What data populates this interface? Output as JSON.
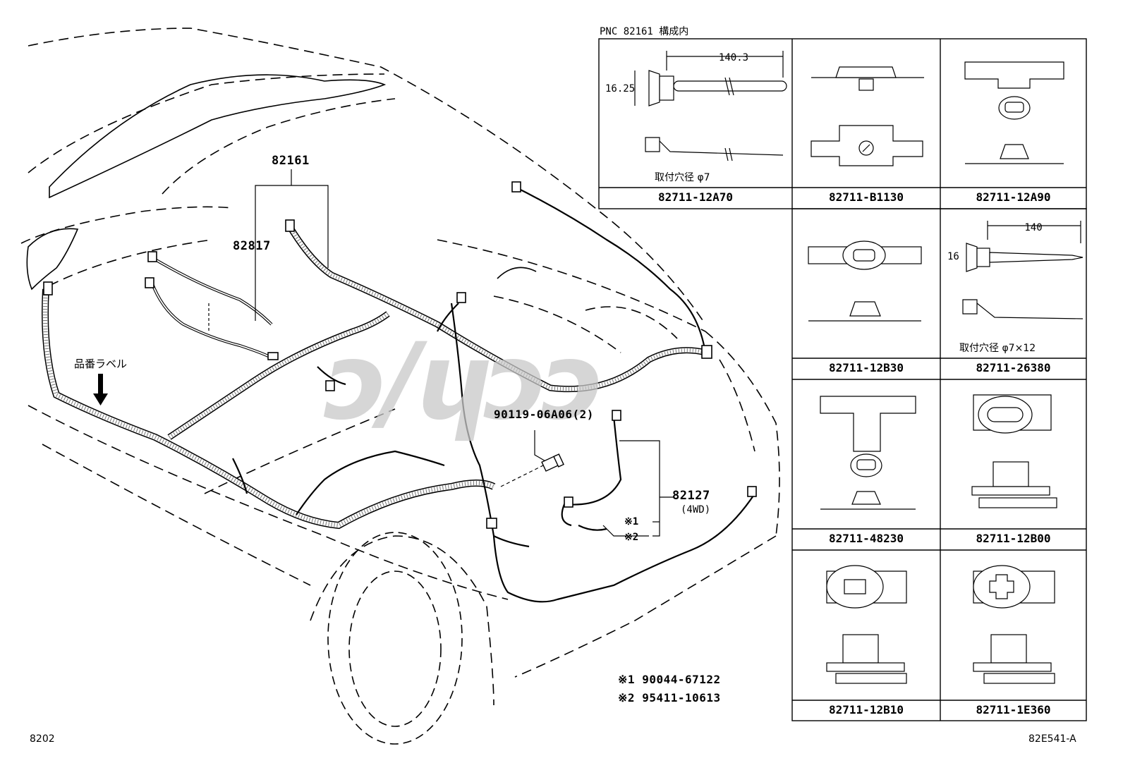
{
  "header": {
    "table_title": "PNC 82161 構成内"
  },
  "callouts": {
    "harness_main": "82161",
    "harness_sub": "82817",
    "bolt": "90119-06A06(2)",
    "harness_4wd": "82127",
    "harness_4wd_note": "(4WD)",
    "ref1": "※1",
    "ref2": "※2",
    "label_note": "品番ラベル"
  },
  "notes": [
    {
      "mark": "※1",
      "part": "90044-67122"
    },
    {
      "mark": "※2",
      "part": "95411-10613"
    }
  ],
  "parts_table": [
    {
      "part": "82711-12A70",
      "dims": [
        "140.3",
        "16.25"
      ],
      "note": "取付穴径 φ7"
    },
    {
      "part": "82711-B1130"
    },
    {
      "part": "82711-12A90"
    },
    {
      "part": "82711-12B30"
    },
    {
      "part": "82711-26380",
      "dims": [
        "140",
        "16"
      ],
      "note": "取付穴径 φ7×12"
    },
    {
      "part": "82711-48230"
    },
    {
      "part": "82711-12B00"
    },
    {
      "part": "82711-12B10"
    },
    {
      "part": "82711-1E360"
    }
  ],
  "footer": {
    "left_code": "8202",
    "right_code": "82E541-A"
  },
  "watermark": "ɔ/ɥɔɔ"
}
